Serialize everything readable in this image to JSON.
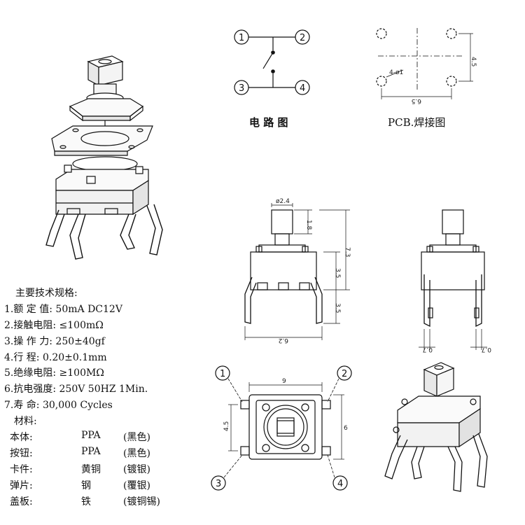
{
  "circuit": {
    "caption": "电 路 图",
    "pins": [
      "1",
      "2",
      "3",
      "4"
    ]
  },
  "pcb": {
    "caption": "PCB.焊接图",
    "hole_label": "4-ø1",
    "dim_h": "6.5",
    "dim_v": "4.5"
  },
  "front_view": {
    "dim_cap_dia": "ø2.4",
    "dim_cap_h": "1.8",
    "dim_total": "7.3",
    "dim_body": "3.5",
    "dim_pins": "3.5",
    "dim_width": "6.2"
  },
  "side_view": {
    "dim_left": "0.7",
    "dim_right": "0.7"
  },
  "top_view": {
    "pins": [
      "1",
      "2",
      "3",
      "4"
    ],
    "dim_width": "9",
    "dim_pitch": "4.5",
    "dim_height": "6"
  },
  "specs": {
    "title": "主要技术规格:",
    "items": [
      "1.额 定 值: 50mA DC12V",
      "2.接触电阻: ≤100mΩ",
      "3.操 作 力: 250±40gf",
      "4.行    程: 0.20±0.1mm",
      "5.绝缘电阻: ≥100MΩ",
      "6.抗电强度: 250V 50HZ 1Min.",
      "7.寿    命: 30,000 Cycles"
    ]
  },
  "materials": {
    "title": "材料:",
    "rows": [
      {
        "part": "本体:",
        "material": "PPA",
        "note": "(黑色)"
      },
      {
        "part": "按钮:",
        "material": "PPA",
        "note": "(黑色)"
      },
      {
        "part": "卡件:",
        "material": "黄铜",
        "note": "(镀银)"
      },
      {
        "part": "弹片:",
        "material": "钢",
        "note": "(覆银)"
      },
      {
        "part": "盖板:",
        "material": "铁",
        "note": "(镀铜锡)"
      }
    ]
  }
}
